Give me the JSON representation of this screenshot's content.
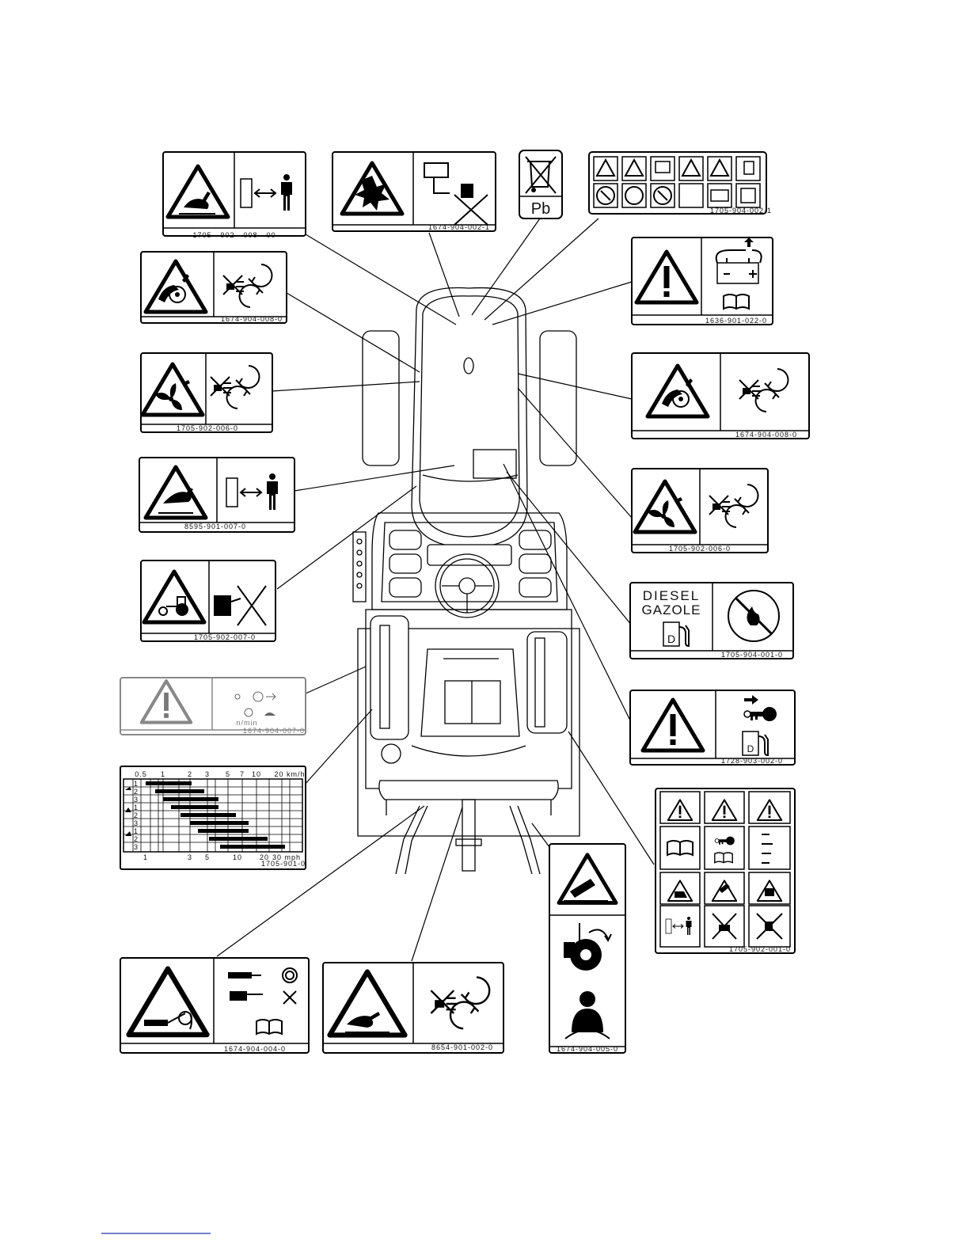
{
  "labels": {
    "decal_1": "1705 - 902 - 008 - 00",
    "decal_2": "1674-904-002-1",
    "decal_3": "Pb",
    "decal_4": "1705-904-002-1",
    "decal_5": "1674-904-008-0",
    "decal_6": "1636-901-022-0",
    "decal_7": "1705-902-006-0",
    "decal_8": "1674-904-008-0",
    "decal_9": "8595-901-007-0",
    "decal_10": "1705-902-006-0",
    "decal_11": "1705-902-007-0",
    "decal_12_line1": "DIESEL",
    "decal_12_line2": "GAZOLE",
    "decal_12_fuel": "D",
    "decal_12_code": "1705-904-001-0",
    "decal_13": "1674-904-007-0",
    "decal_13_unit": "n/min",
    "decal_14": "1728-903-002-0",
    "decal_14_fuel": "D",
    "decal_15": "1674-904-004-0",
    "decal_16": "8654-901-002-0",
    "decal_17": "1674-904-005-0",
    "decal_18": "1705-902-001-0"
  },
  "speed_chart": {
    "top_ticks": [
      "0.5",
      "1",
      "2",
      "3",
      "5",
      "7",
      "10",
      "20 km/h"
    ],
    "bottom_ticks": [
      "1",
      "3",
      "5",
      "10",
      "20",
      "30 mph"
    ],
    "rows": [
      "1",
      "2",
      "3",
      "1",
      "2",
      "3",
      "1",
      "2",
      "3"
    ],
    "code": "1705-901-0"
  },
  "colors": {
    "ink": "#000000",
    "paper": "#ffffff",
    "faded": "#888888"
  }
}
